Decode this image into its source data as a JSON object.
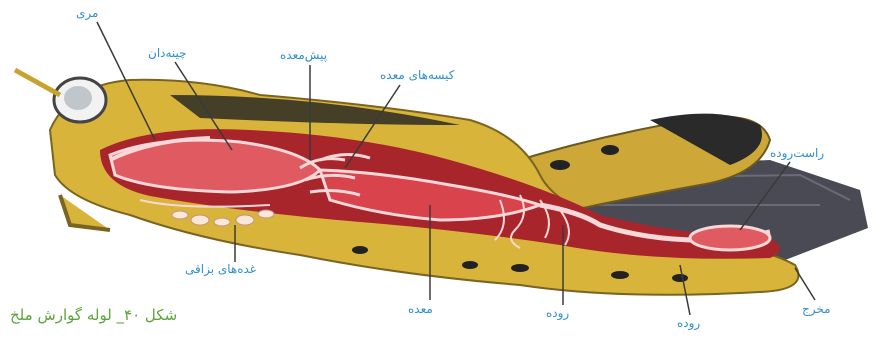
{
  "figure": {
    "caption": "شکل ۴۰_ لوله گوارش ملخ",
    "labels": {
      "esophagus": "مری",
      "crop": "چینه‌دان",
      "proventriculus": "پیش‌معده",
      "gastric_caeca": "کیسه‌های معده",
      "salivary_glands": "غده‌های بزاقی",
      "stomach": "معده",
      "intestine_a": "روده",
      "intestine_b": "روده",
      "rectum": "راست‌روده",
      "anus": "مخرج"
    },
    "colors": {
      "label": "#2f8fd0",
      "caption": "#5ea33c",
      "body_yellow": "#d9b43a",
      "gut_red": "#b8282e",
      "wing_gray": "#4a4a55"
    }
  }
}
